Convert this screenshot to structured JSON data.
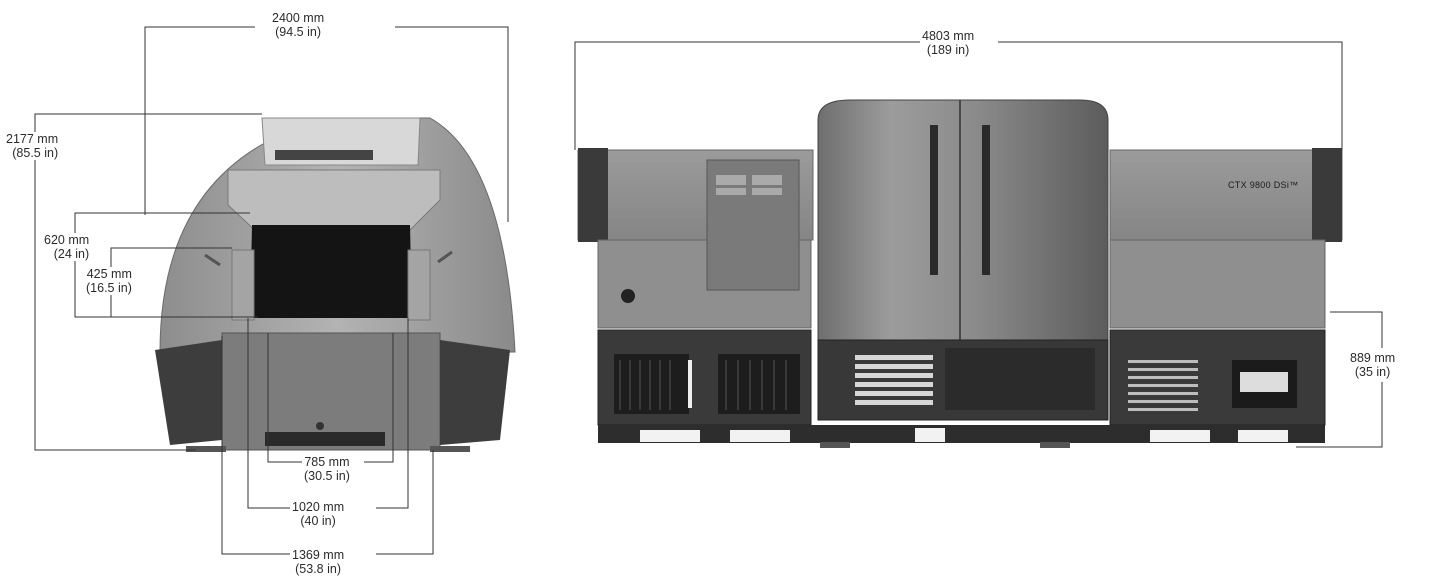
{
  "front_view": {
    "dimensions": [
      {
        "id": "width_overall",
        "mm": "2400 mm",
        "in": "(94.5 in)"
      },
      {
        "id": "height_overall",
        "mm": "2177 mm",
        "in": "(85.5 in)"
      },
      {
        "id": "tunnel_height",
        "mm": "620 mm",
        "in": "(24 in)"
      },
      {
        "id": "opening_height",
        "mm": "425 mm",
        "in": "(16.5 in)"
      },
      {
        "id": "conveyor_width",
        "mm": "785 mm",
        "in": "(30.5 in)"
      },
      {
        "id": "tunnel_width",
        "mm": "1020 mm",
        "in": "(40 in)"
      },
      {
        "id": "base_width",
        "mm": "1369 mm",
        "in": "(53.8 in)"
      }
    ]
  },
  "side_view": {
    "model_label": "CTX 9800 DSi™",
    "dimensions": [
      {
        "id": "length_overall",
        "mm": "4803 mm",
        "in": "(189 in)"
      },
      {
        "id": "conveyor_height",
        "mm": "889 mm",
        "in": "(35 in)"
      }
    ]
  },
  "colors": {
    "line": "#333333",
    "body_light": "#9a9a9a",
    "body_mid": "#7c7c7c",
    "body_dark": "#3a3a3a",
    "tunnel": "#141414"
  }
}
